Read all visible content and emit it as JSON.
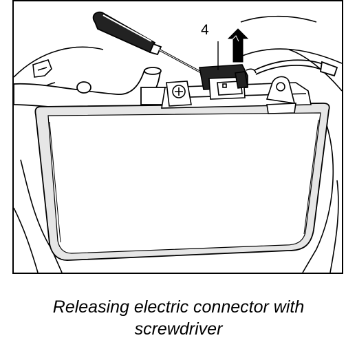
{
  "figure": {
    "callout_label": "4",
    "caption_line1": "Releasing electric connector with",
    "caption_line2": "screwdriver",
    "line_color": "#000000",
    "fill_color": "#ffffff",
    "shade_color": "#e6e6e6",
    "arrow_color": "#000000"
  }
}
